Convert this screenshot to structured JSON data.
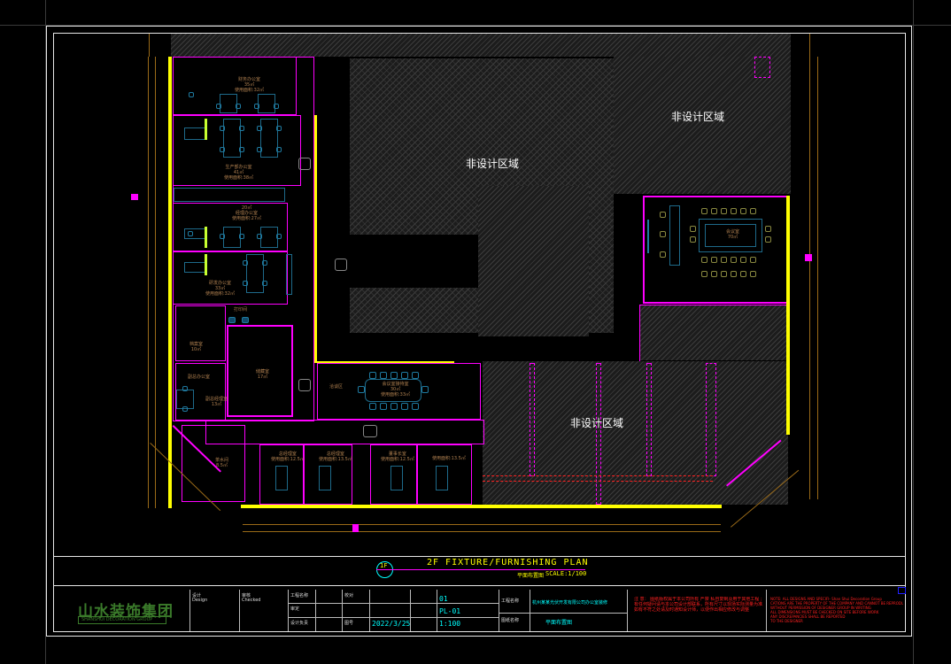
{
  "drawing": {
    "title": "2F FIXTURE/FURNISHING PLAN",
    "title_cn": "平面布置图",
    "scale": "SCALE:1/100",
    "floor_marker": "1F",
    "non_design_area_label": "非设计区域"
  },
  "rooms": [
    {
      "name": "财务办公室",
      "area": "35㎡",
      "extra": "使用面积:32㎡"
    },
    {
      "name": "生产部办公室",
      "area": "41㎡",
      "extra": "使用面积:38㎡"
    },
    {
      "name": "20㎡",
      "area": "经理办公室",
      "extra": "使用面积:27㎡"
    },
    {
      "name": "研发办公室",
      "area": "33㎡",
      "extra": "使用面积:32㎡"
    },
    {
      "name": "打印间",
      "area": "",
      "extra": ""
    },
    {
      "name": "档案室",
      "area": "10㎡",
      "extra": ""
    },
    {
      "name": "储藏室",
      "area": "17㎡",
      "extra": ""
    },
    {
      "name": "副总办公室",
      "area": "",
      "extra": ""
    },
    {
      "name": "副总经理室",
      "area": "13㎡",
      "extra": ""
    },
    {
      "name": "会议室",
      "area": "70㎡",
      "extra": ""
    },
    {
      "name": "洽谈区",
      "area": "",
      "extra": ""
    },
    {
      "name": "会议室接待室",
      "area": "30㎡",
      "extra": "使用面积:33㎡"
    },
    {
      "name": "茶水间",
      "area": "8.5㎡",
      "extra": ""
    },
    {
      "name": "总经理室",
      "area": "",
      "extra": "使用面积:12.5㎡"
    },
    {
      "name": "总经理室",
      "area": "",
      "extra": "使用面积:13.5㎡"
    },
    {
      "name": "董事长室",
      "area": "",
      "extra": "使用面积:12.5㎡"
    },
    {
      "name": "",
      "area": "",
      "extra": "使用面积:13.5㎡"
    }
  ],
  "title_block": {
    "logo_text": "山水装饰集团",
    "logo_sub": "SHANSHUI DECORATION GROUP",
    "col1_label": "设计",
    "col1_sub": "Design",
    "col2_label": "审核",
    "col2_sub": "Checked",
    "rows": [
      {
        "label": "工程名称",
        "value": ""
      },
      {
        "label": "审定",
        "value": ""
      },
      {
        "label": "设计负责",
        "value": ""
      },
      {
        "label": "校对",
        "value": ""
      },
      {
        "label": "图号",
        "value": "2022/3/25"
      }
    ],
    "sheet_no": "01",
    "drawing_no": "PL-01",
    "scale_value": "1:100",
    "date": "2022/3/25",
    "project_label": "工程名称",
    "project_name": "杭州某某光伏开发有限公司办公室装修",
    "drawing_name_label": "图纸名称",
    "drawing_name": "平面布置图",
    "notes_cn_1": "注 意：  图纸版权属于本公司所有                              严禁  私自复制及用于其他工程 ; 如",
    "notes_cn_2": "有任何疑问请与本公司设计部联系，所有尺寸以现场实际测量为准，施工前须核对现场尺寸",
    "notes_cn_3": "如有不符之处请及时通知设计师，以便作出相应修改与调整",
    "notes_en_1": "NOTE: ALL DESIGNS AND SPECIFI-          Shan Shui Decoration Group",
    "notes_en_2": "CATIONS ARE THE PROPERTY OF THE COMPANY AND CANNOT BE REPRODUCED",
    "notes_en_3": "WITHOUT PERMISSION OF DESIGNER GROUP IN WRITING",
    "notes_en_4": "ALL DIMENSIONS MUST BE CHECKED ON SITE BEFORE WORK",
    "notes_en_5": "ANY DISCREPANCIES SHALL BE REPORTED",
    "notes_en_6": "TO THE DESIGNER"
  },
  "colors": {
    "background": "#000000",
    "walls": "#ff00ff",
    "windows": "#ffff00",
    "furniture": "#1e7aa0",
    "dimensions": "#9a6a18",
    "hatch": "#3c3c3c",
    "notes": "#ff2020",
    "values": "#00ffff",
    "logo": "#3a7a2a"
  }
}
